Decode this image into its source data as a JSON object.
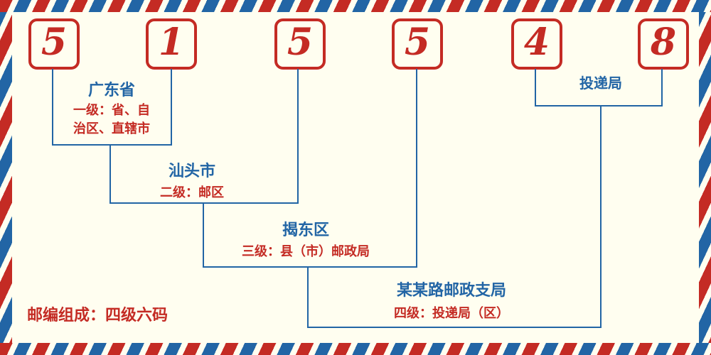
{
  "postal_code": {
    "digits": [
      "5",
      "1",
      "5",
      "5",
      "4",
      "8"
    ]
  },
  "levels": [
    {
      "name": "广东省",
      "description": "一级：省、自治区、直辖市"
    },
    {
      "name": "汕头市",
      "description": "二级：邮区"
    },
    {
      "name": "揭东区",
      "description": "三级：县（市）邮政局"
    },
    {
      "name": "某某路邮政支局",
      "description": "四级：投递局（区）"
    },
    {
      "name": "投递局",
      "description": ""
    }
  ],
  "footer": {
    "text": "邮编组成：四级六码"
  },
  "colors": {
    "red": "#C42B24",
    "blue": "#2265A5",
    "background": "#FFFEF0"
  }
}
